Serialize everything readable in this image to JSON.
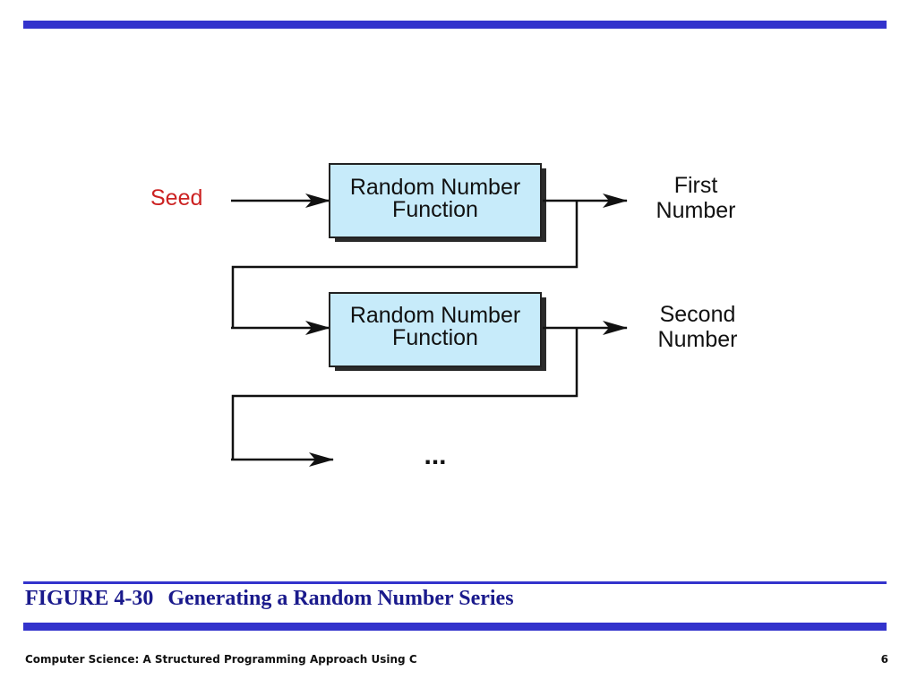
{
  "diagram": {
    "seed_label": "Seed",
    "boxes": [
      {
        "line1": "Random Number",
        "line2": "Function"
      },
      {
        "line1": "Random Number",
        "line2": "Function"
      }
    ],
    "outputs": [
      {
        "line1": "First",
        "line2": "Number"
      },
      {
        "line1": "Second",
        "line2": "Number"
      }
    ],
    "continuation": "...",
    "colors": {
      "box_fill": "#c7ebfa",
      "box_border": "#222222",
      "seed": "#cc2222",
      "rule": "#3333cc"
    }
  },
  "caption": {
    "figure_number": "FIGURE 4-30",
    "title": "Generating a Random Number Series"
  },
  "footer": {
    "book_title": "Computer Science: A Structured Programming Approach Using C",
    "page_number": "6"
  }
}
